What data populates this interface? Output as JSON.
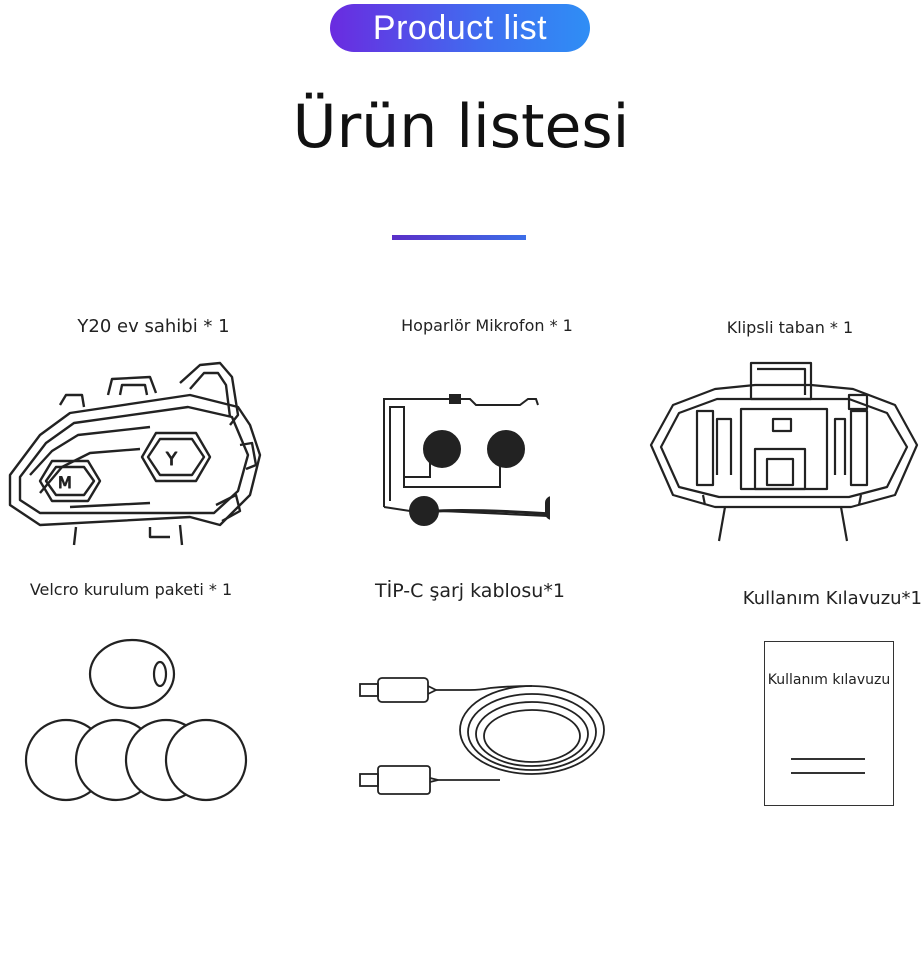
{
  "badge": {
    "label": "Product list"
  },
  "title": "Ürün listesi",
  "items": [
    {
      "label": "Y20 ev sahibi * 1",
      "icon": "headset-unit-icon"
    },
    {
      "label": "Hoparlör Mikrofon * 1",
      "icon": "speaker-microphone-icon"
    },
    {
      "label": "Klipsli taban * 1",
      "icon": "clip-base-icon"
    },
    {
      "label": "Velcro kurulum paketi * 1",
      "icon": "velcro-pads-icon"
    },
    {
      "label": "TİP-C şarj kablosu*1",
      "icon": "usb-c-cable-icon"
    },
    {
      "label": "Kullanım Kılavuzu*1",
      "icon": "manual-booklet-icon"
    }
  ],
  "manual": {
    "cover_text": "Kullanım kılavuzu"
  },
  "colors": {
    "badge_start": "#6a2be0",
    "badge_end": "#2f8ef5",
    "divider": "#4a4fd8"
  }
}
